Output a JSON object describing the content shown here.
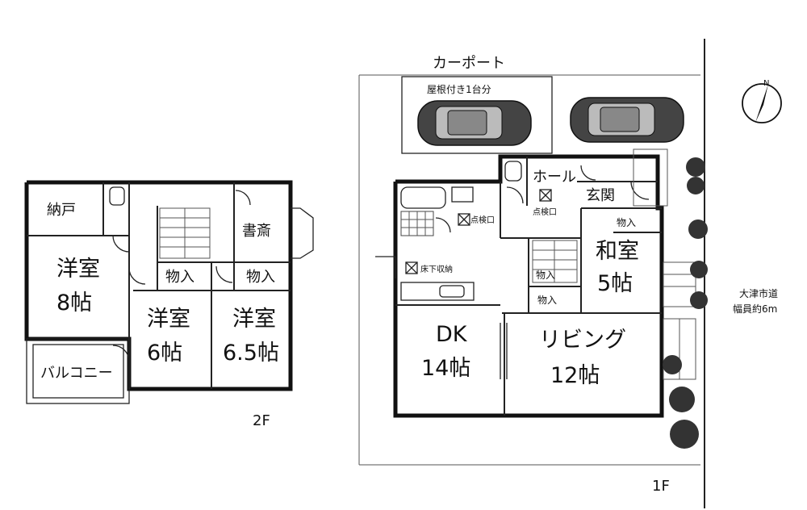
{
  "floors": {
    "second": {
      "label": "2F",
      "rooms": {
        "storage": "納戸",
        "study": "書斎",
        "western1_name": "洋室",
        "western1_size": "8帖",
        "western2_name": "洋室",
        "western2_size": "6帖",
        "western3_name": "洋室",
        "western3_size": "6.5帖",
        "closet1": "物入",
        "closet2": "物入",
        "balcony": "バルコニー"
      }
    },
    "first": {
      "label": "1F",
      "rooms": {
        "hall": "ホール",
        "entrance": "玄関",
        "inspection1": "点検口",
        "inspection2": "点検口",
        "underfloor": "床下収納",
        "closet1": "物入",
        "closet2": "物入",
        "closet3": "物入",
        "japanese_name": "和室",
        "japanese_size": "5帖",
        "dk_name": "DK",
        "dk_size": "14帖",
        "living_name": "リビング",
        "living_size": "12帖"
      }
    }
  },
  "carport": {
    "label": "カーポート",
    "note": "屋根付き1台分"
  },
  "road": {
    "line1": "大津市道",
    "line2": "幅員約6m"
  },
  "compass": {
    "label": "N"
  }
}
